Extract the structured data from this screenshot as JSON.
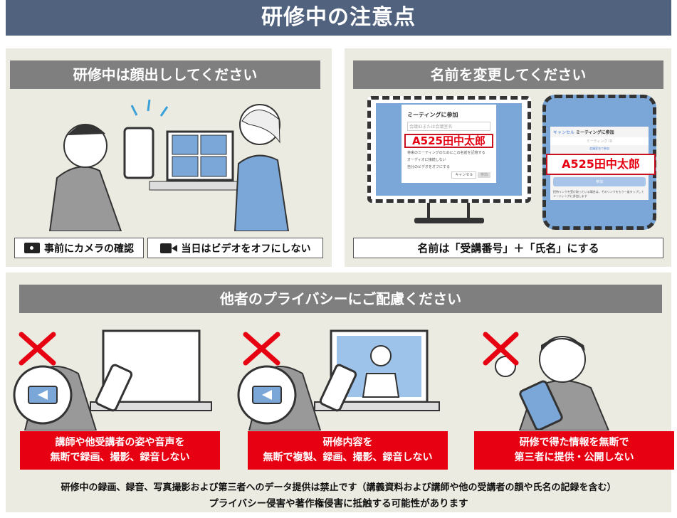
{
  "title": "研修中の注意点",
  "face": {
    "heading": "研修中は顔出ししてください",
    "items": [
      {
        "icon": "camera-icon",
        "label": "事前にカメラの確認"
      },
      {
        "icon": "video-camera-icon",
        "label": "当日はビデオをオフにしない"
      }
    ]
  },
  "name": {
    "heading": "名前を変更してください",
    "note": "名前は「受講番号」＋「氏名」にする",
    "desktop": {
      "dialog_title": "ミーティングに参加",
      "id_placeholder": "会議IDまたは会議室名",
      "name_value": "A525田中太郎",
      "options": [
        "将来のミーティングのためにこの名前を記憶する",
        "オーディオに接続しない",
        "自分のビデオをオフにする"
      ],
      "cancel": "キャンセル",
      "join": "参加"
    },
    "mobile": {
      "cancel": "キャンセル",
      "title": "ミーティングに参加",
      "id_placeholder": "ミーティング ID",
      "link": "会議室名で参加",
      "name_value": "A525田中太郎",
      "join": "参加",
      "hint": "招待リンクを受け取っている場合は、そのリンクをもう一度タップしてミーティングに参加します"
    }
  },
  "privacy": {
    "heading": "他者のプライバシーにご配慮ください",
    "rules": [
      [
        "講師や他受講者の姿や音声を",
        "無断で録画、撮影、録音しない"
      ],
      [
        "研修内容を",
        "無断で複製、録画、撮影、録音しない"
      ],
      [
        "研修で得た情報を無断で",
        "第三者に提供・公開しない"
      ]
    ],
    "footer1": "研修中の録画、録音、写真撮影および第三者へのデータ提供は禁止です（講義資料および講師や他の受講者の顔や氏名の記録を含む）",
    "footer2": "プライバシー侵害や著作権侵害に抵触する可能性があります"
  },
  "colors": {
    "title_bar": "#51627f",
    "panel": "#ecebe1",
    "heading": "#7f7f7f",
    "warning": "#e60012",
    "screen": "#7aa7d8"
  }
}
